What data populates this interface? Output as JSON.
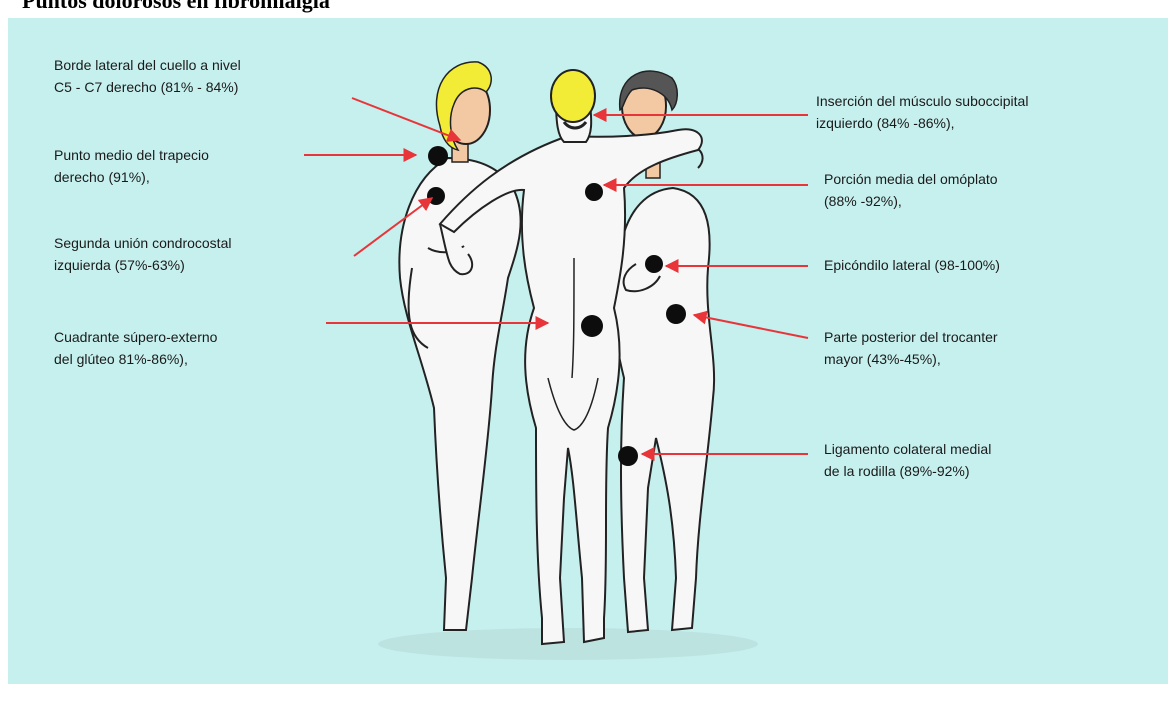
{
  "title": "Puntos dolorosos en fibromialgia",
  "colors": {
    "background": "#c6f0ee",
    "arrow": "#e8353a",
    "point": "#0d0d0d",
    "hair_blonde": "#f2ec36",
    "skin": "#f3c9a4",
    "body": "#f7f7f7",
    "hair_dark": "#555555"
  },
  "tender_points": [
    {
      "id": "cervical",
      "lines": [
        "Borde lateral del cuello a nivel",
        "C5 - C7 derecho (81% - 84%)"
      ]
    },
    {
      "id": "trapezius",
      "lines": [
        "Punto medio del trapecio",
        "derecho (91%),"
      ]
    },
    {
      "id": "costochondral",
      "lines": [
        "Segunda unión condrocostal",
        "izquierda (57%-63%)"
      ]
    },
    {
      "id": "gluteal",
      "lines": [
        "Cuadrante súpero-externo",
        "del glúteo 81%-86%),"
      ]
    },
    {
      "id": "suboccipital",
      "lines": [
        "Inserción del músculo suboccipital",
        "izquierdo (84% -86%),"
      ]
    },
    {
      "id": "scapula",
      "lines": [
        "Porción media del omóplato",
        "(88% -92%),"
      ]
    },
    {
      "id": "epicondyle",
      "lines": [
        "Epicóndilo lateral (98-100%)"
      ]
    },
    {
      "id": "trochanter",
      "lines": [
        "Parte posterior del trocanter",
        "mayor (43%-45%),"
      ]
    },
    {
      "id": "knee",
      "lines": [
        "Ligamento colateral medial",
        "de la rodilla (89%-92%)"
      ]
    }
  ]
}
